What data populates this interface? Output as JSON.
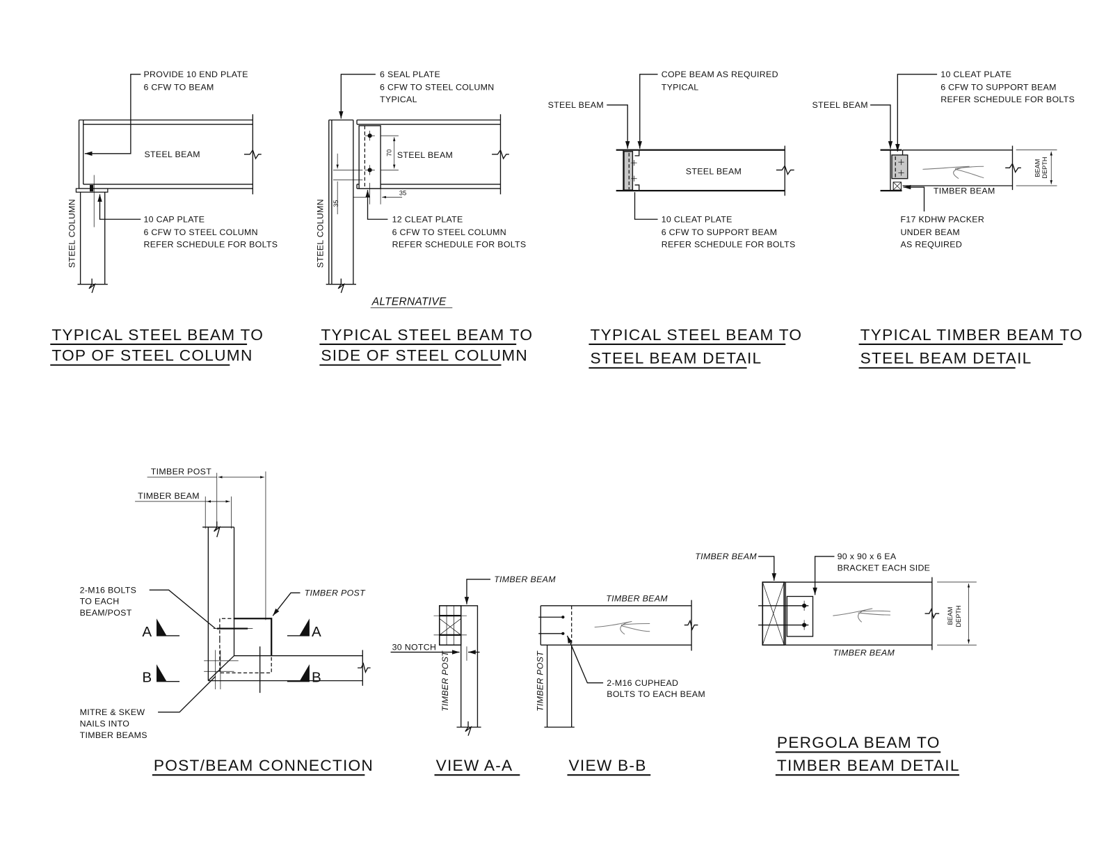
{
  "details": {
    "steel_top": {
      "title": [
        "TYPICAL STEEL BEAM TO",
        "TOP OF STEEL COLUMN"
      ],
      "end_plate_note": [
        "PROVIDE 10 END PLATE",
        "6 CFW TO BEAM"
      ],
      "beam_label": "STEEL BEAM",
      "cap_plate_note": [
        "10 CAP PLATE",
        "6 CFW TO STEEL COLUMN",
        "REFER SCHEDULE FOR BOLTS"
      ],
      "column_label": "STEEL COLUMN"
    },
    "steel_side": {
      "title": [
        "TYPICAL STEEL BEAM TO",
        "SIDE OF STEEL COLUMN"
      ],
      "seal_plate_note": [
        "6 SEAL PLATE",
        "6 CFW TO STEEL COLUMN",
        "TYPICAL"
      ],
      "beam_label": "STEEL BEAM",
      "dim_bolt_spacing": "70",
      "dim_edge_vertical": "35",
      "dim_edge_horizontal": "35",
      "cleat_note": [
        "12 CLEAT PLATE",
        "6 CFW TO STEEL COLUMN",
        "REFER SCHEDULE FOR BOLTS"
      ],
      "column_label": "STEEL COLUMN",
      "alternative_label": "ALTERNATIVE"
    },
    "steel_to_steel": {
      "title": [
        "TYPICAL STEEL BEAM TO",
        "STEEL BEAM DETAIL"
      ],
      "support_label": "STEEL BEAM",
      "cope_note": [
        "COPE BEAM AS REQUIRED",
        "TYPICAL"
      ],
      "beam_label": "STEEL BEAM",
      "cleat_note": [
        "10 CLEAT PLATE",
        "6 CFW TO SUPPORT BEAM",
        "REFER SCHEDULE FOR BOLTS"
      ]
    },
    "timber_to_steel": {
      "title": [
        "TYPICAL TIMBER BEAM TO",
        "STEEL BEAM DETAIL"
      ],
      "support_label": "STEEL BEAM",
      "cleat_note": [
        "10 CLEAT PLATE",
        "6 CFW TO SUPPORT BEAM",
        "REFER SCHEDULE FOR BOLTS"
      ],
      "beam_label": "TIMBER BEAM",
      "depth_label": [
        "BEAM",
        "DEPTH"
      ],
      "packer_note": [
        "F17 KDHW PACKER",
        "UNDER BEAM",
        "AS REQUIRED"
      ]
    },
    "post_beam": {
      "title": "POST/BEAM CONNECTION",
      "dim_post": "TIMBER POST",
      "dim_beam": "TIMBER BEAM",
      "bolts_note": [
        "2-M16 BOLTS",
        "TO EACH",
        "BEAM/POST"
      ],
      "post_label": "TIMBER POST",
      "mitre_note": [
        "MITRE & SKEW",
        "NAILS INTO",
        "TIMBER BEAMS"
      ],
      "section_a": "A",
      "section_b": "B"
    },
    "view_aa": {
      "title": "VIEW A-A",
      "beam_label": "TIMBER BEAM",
      "notch_label": "30 NOTCH",
      "post_label": "TIMBER POST"
    },
    "view_bb": {
      "title": "VIEW B-B",
      "beam_label": "TIMBER BEAM",
      "bolts_note": [
        "2-M16 CUPHEAD",
        "BOLTS TO EACH BEAM"
      ],
      "post_label": "TIMBER POST"
    },
    "pergola": {
      "title": [
        "PERGOLA BEAM TO",
        "TIMBER BEAM DETAIL"
      ],
      "support_label": "TIMBER BEAM",
      "bracket_note": [
        "90 x 90 x 6 EA",
        "BRACKET EACH SIDE"
      ],
      "beam_label": "TIMBER BEAM",
      "depth_label": [
        "BEAM",
        "DEPTH"
      ]
    }
  }
}
